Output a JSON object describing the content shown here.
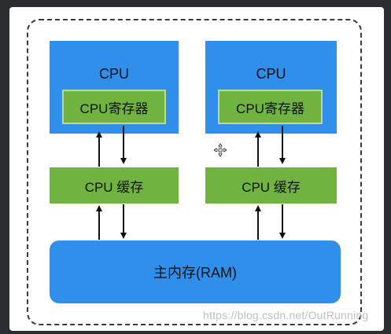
{
  "diagram": {
    "left_cpu": {
      "title": "CPU",
      "register_label": "CPU寄存器",
      "cache_label": "CPU 缓存"
    },
    "right_cpu": {
      "title": "CPU",
      "register_label": "CPU寄存器",
      "cache_label": "CPU 缓存"
    },
    "main_memory_label": "主内存(RAM)"
  },
  "watermark": "https://blog.csdn.net/OutRunning",
  "colors": {
    "cpu_blue": "#2f8fea",
    "cache_green": "#71b340",
    "background_dark": "#2b2d31",
    "arrow": "#111111"
  },
  "icons": [
    "move-cursor-icon"
  ]
}
